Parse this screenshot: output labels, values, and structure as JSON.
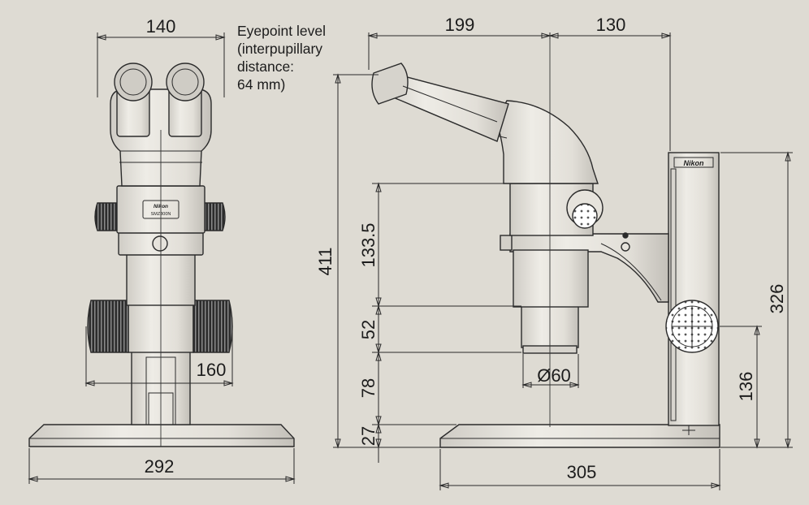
{
  "dimensions": {
    "front_head_width": "140",
    "front_base_width": "292",
    "front_focus_knob_width": "160",
    "side_eyepiece_to_axis": "199",
    "side_axis_to_stand": "130",
    "side_total_height": "411",
    "side_zoom_body_height": "133.5",
    "side_objective_height": "52",
    "side_working_distance": "78",
    "side_base_thickness": "27",
    "side_objective_diameter": "Ø60",
    "side_base_depth": "305",
    "side_stand_height": "326",
    "side_focus_knob_height": "136"
  },
  "notes": {
    "eyepoint_line1": "Eyepoint level",
    "eyepoint_line2": "(interpupillary",
    "eyepoint_line3": "distance:",
    "eyepoint_line4": "64 mm)"
  },
  "labels": {
    "brand_front": "Nikon",
    "model_front": "SMZ800N",
    "brand_stand": "Nikon"
  },
  "colors": {
    "background": "#dedbd3",
    "body": "#e4e1da",
    "shade": "#c4c1ba",
    "dark": "#2b2b2b"
  }
}
